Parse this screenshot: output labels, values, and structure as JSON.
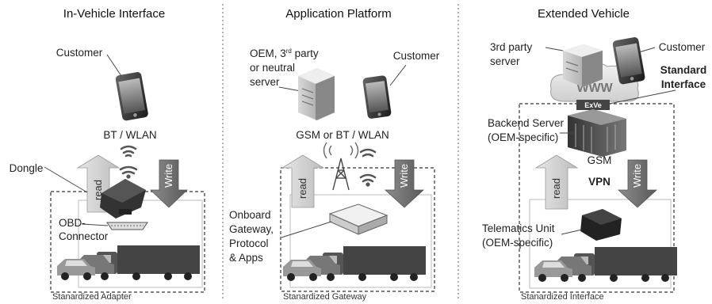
{
  "panels": [
    {
      "title": "In-Vehicle Interface",
      "caption": "Stanardized Adapter",
      "labels": {
        "customer": "Customer",
        "link": "BT / WLAN",
        "dongle": "Dongle",
        "obd_line1": "OBD-",
        "obd_line2": "Connector",
        "read": "read",
        "write": "Write"
      }
    },
    {
      "title": "Application Platform",
      "caption": "Stanardized Gateway",
      "labels": {
        "server_line1_a": "OEM, 3",
        "server_line1_sup": "rd",
        "server_line1_b": " party",
        "server_line2": "or neutral",
        "server_line3": "server",
        "customer": "Customer",
        "link": "GSM or BT / WLAN",
        "gw_line1": "Onboard",
        "gw_line2": "Gateway,",
        "gw_line3": "Protocol",
        "gw_line4": "& Apps",
        "read": "read",
        "write": "Write"
      }
    },
    {
      "title": "Extended Vehicle",
      "caption": "Stanardized Interface",
      "labels": {
        "third_line1": "3rd party",
        "third_line2": "server",
        "customer": "Customer",
        "std_line1": "Standard",
        "std_line2": "Interface",
        "www": "WWW",
        "exve": "ExVe",
        "backend_line1": "Backend Server",
        "backend_line2": "(OEM-specific)",
        "gsm": "GSM",
        "vpn": "VPN",
        "tele_line1": "Telematics Unit",
        "tele_line2": "(OEM-specific)",
        "read": "read",
        "write": "Write"
      }
    }
  ]
}
